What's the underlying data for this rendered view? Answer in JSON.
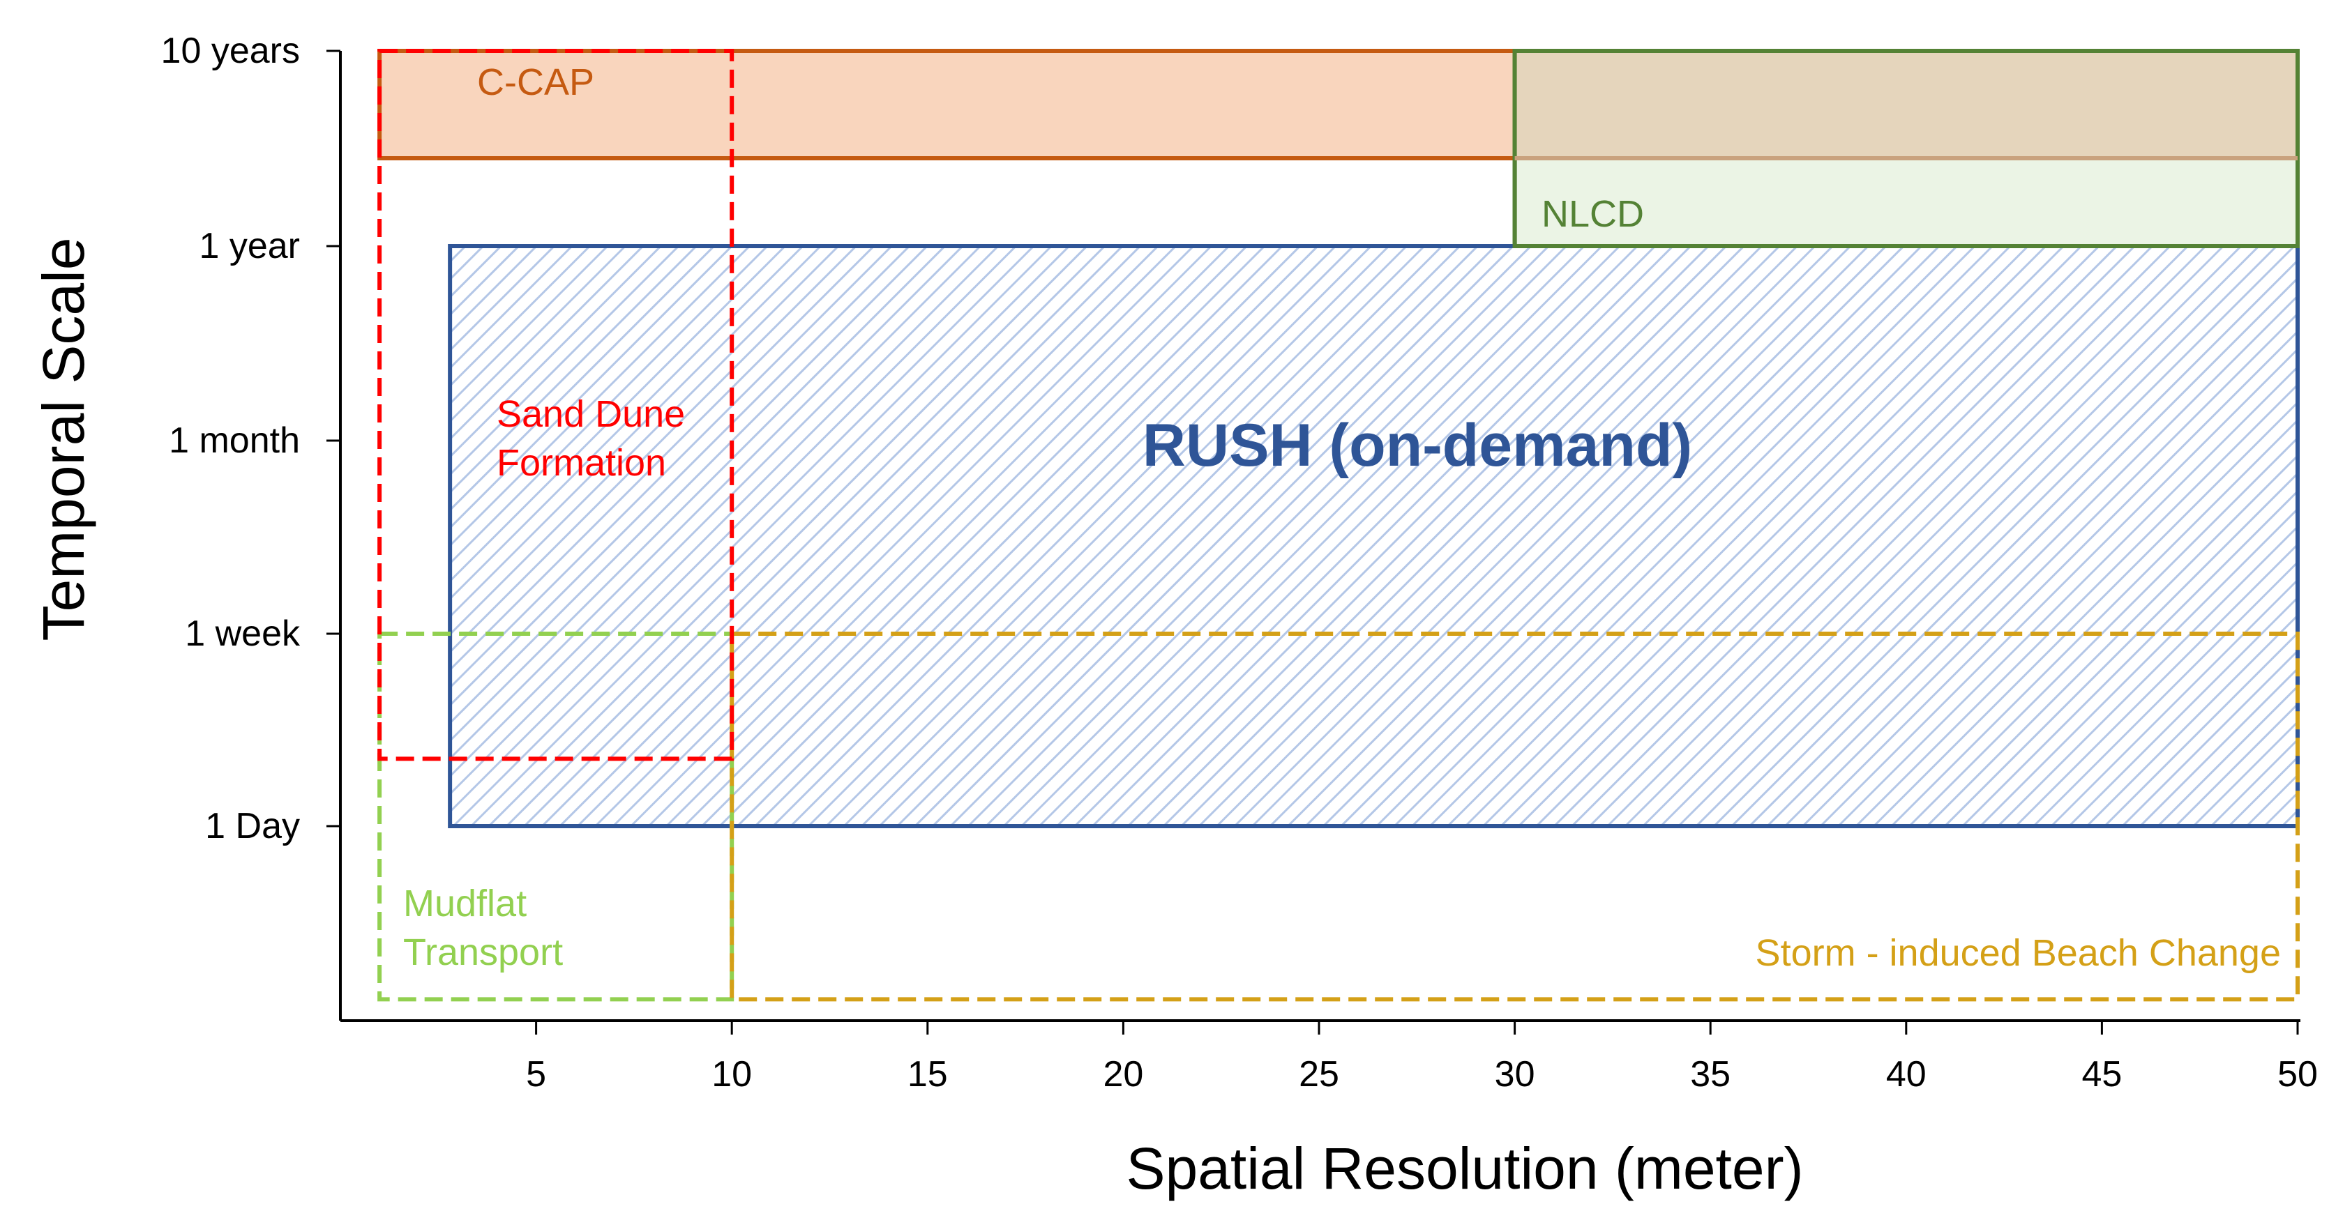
{
  "chart_data": {
    "type": "other",
    "xlabel": "Spatial Resolution (meter)",
    "ylabel": "Temporal Scale",
    "xlim": [
      0,
      50
    ],
    "x_ticks": [
      {
        "value": 5,
        "label": "5"
      },
      {
        "value": 10,
        "label": "10"
      },
      {
        "value": 15,
        "label": "15"
      },
      {
        "value": 20,
        "label": "20"
      },
      {
        "value": 25,
        "label": "25"
      },
      {
        "value": 30,
        "label": "30"
      },
      {
        "value": 35,
        "label": "35"
      },
      {
        "value": 40,
        "label": "40"
      },
      {
        "value": 45,
        "label": "45"
      },
      {
        "value": 50,
        "label": "50"
      }
    ],
    "y_ticks": [
      {
        "value": 1,
        "label": "1 Day"
      },
      {
        "value": 2,
        "label": "1 week"
      },
      {
        "value": 3,
        "label": "1 month"
      },
      {
        "value": 4,
        "label": "1 year"
      },
      {
        "value": 5,
        "label": "10 years"
      }
    ],
    "ylim": [
      0.1,
      5
    ],
    "grid": false,
    "regions": [
      {
        "label": "C-CAP",
        "x0": 1,
        "x1": 30,
        "y0": 4.45,
        "y1": 5,
        "style": "solid",
        "stroke": "#C55A11",
        "fill": "#F8CBAD",
        "fill_opacity": 0.8
      },
      {
        "label": "NLCD",
        "x0": 30,
        "x1": 50,
        "y0": 4,
        "y1": 5,
        "style": "solid",
        "stroke": "#548235",
        "fill": "#E2EFDA",
        "fill_opacity": 0.7
      },
      {
        "label": "",
        "x0": 30,
        "x1": 50,
        "y0": 4.45,
        "y1": 5,
        "style": "overlap",
        "stroke": "#C9A27E",
        "fill": "#E5D5BC",
        "fill_opacity": 1
      },
      {
        "label": "RUSH (on-demand)",
        "x0": 2.8,
        "x1": 50,
        "y0": 1,
        "y1": 4,
        "style": "hatched",
        "stroke": "#2F5597",
        "fill": "#B4C7E7"
      },
      {
        "label": "Sand Dune Formation",
        "x0": 1,
        "x1": 10,
        "y0": 1.35,
        "y1": 5,
        "style": "dashed",
        "stroke": "#FF0000"
      },
      {
        "label": "Mudflat Transport",
        "x0": 1,
        "x1": 10,
        "y0": 0.1,
        "y1": 2,
        "style": "dashed",
        "stroke": "#92D050"
      },
      {
        "label": "Storm - induced Beach Change",
        "x0": 10,
        "x1": 50,
        "y0": 0.1,
        "y1": 2,
        "style": "dashed",
        "stroke": "#D4A017"
      }
    ]
  }
}
